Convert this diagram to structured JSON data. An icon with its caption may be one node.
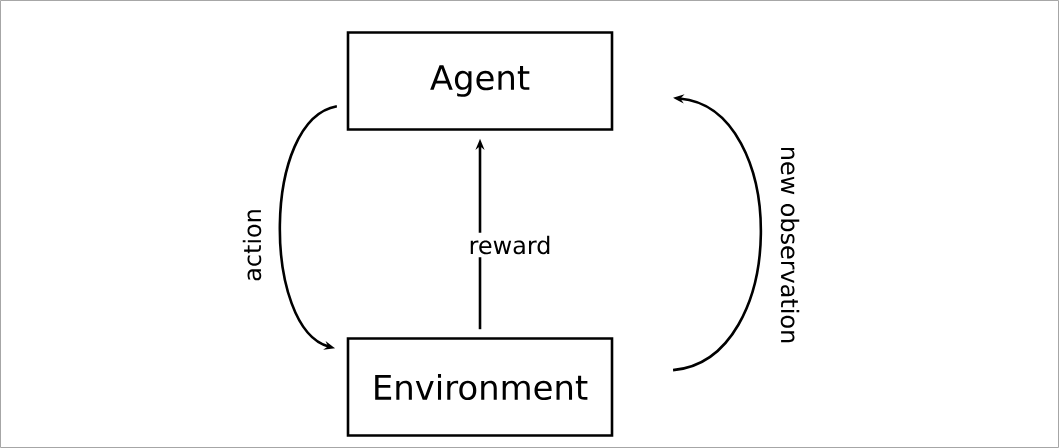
{
  "diagram": {
    "nodes": [
      {
        "text": [
          "Agent"
        ]
      },
      {
        "text": [
          "Environment"
        ]
      }
    ],
    "edges": [
      {
        "from": 0,
        "to": 1,
        "arrow": "to",
        "label": "action"
      },
      {
        "from": 1,
        "to": 0,
        "arrow": "to",
        "label": "reward"
      },
      {
        "from": 1,
        "to": 0,
        "arrow": "to",
        "label": "new observation"
      }
    ]
  }
}
